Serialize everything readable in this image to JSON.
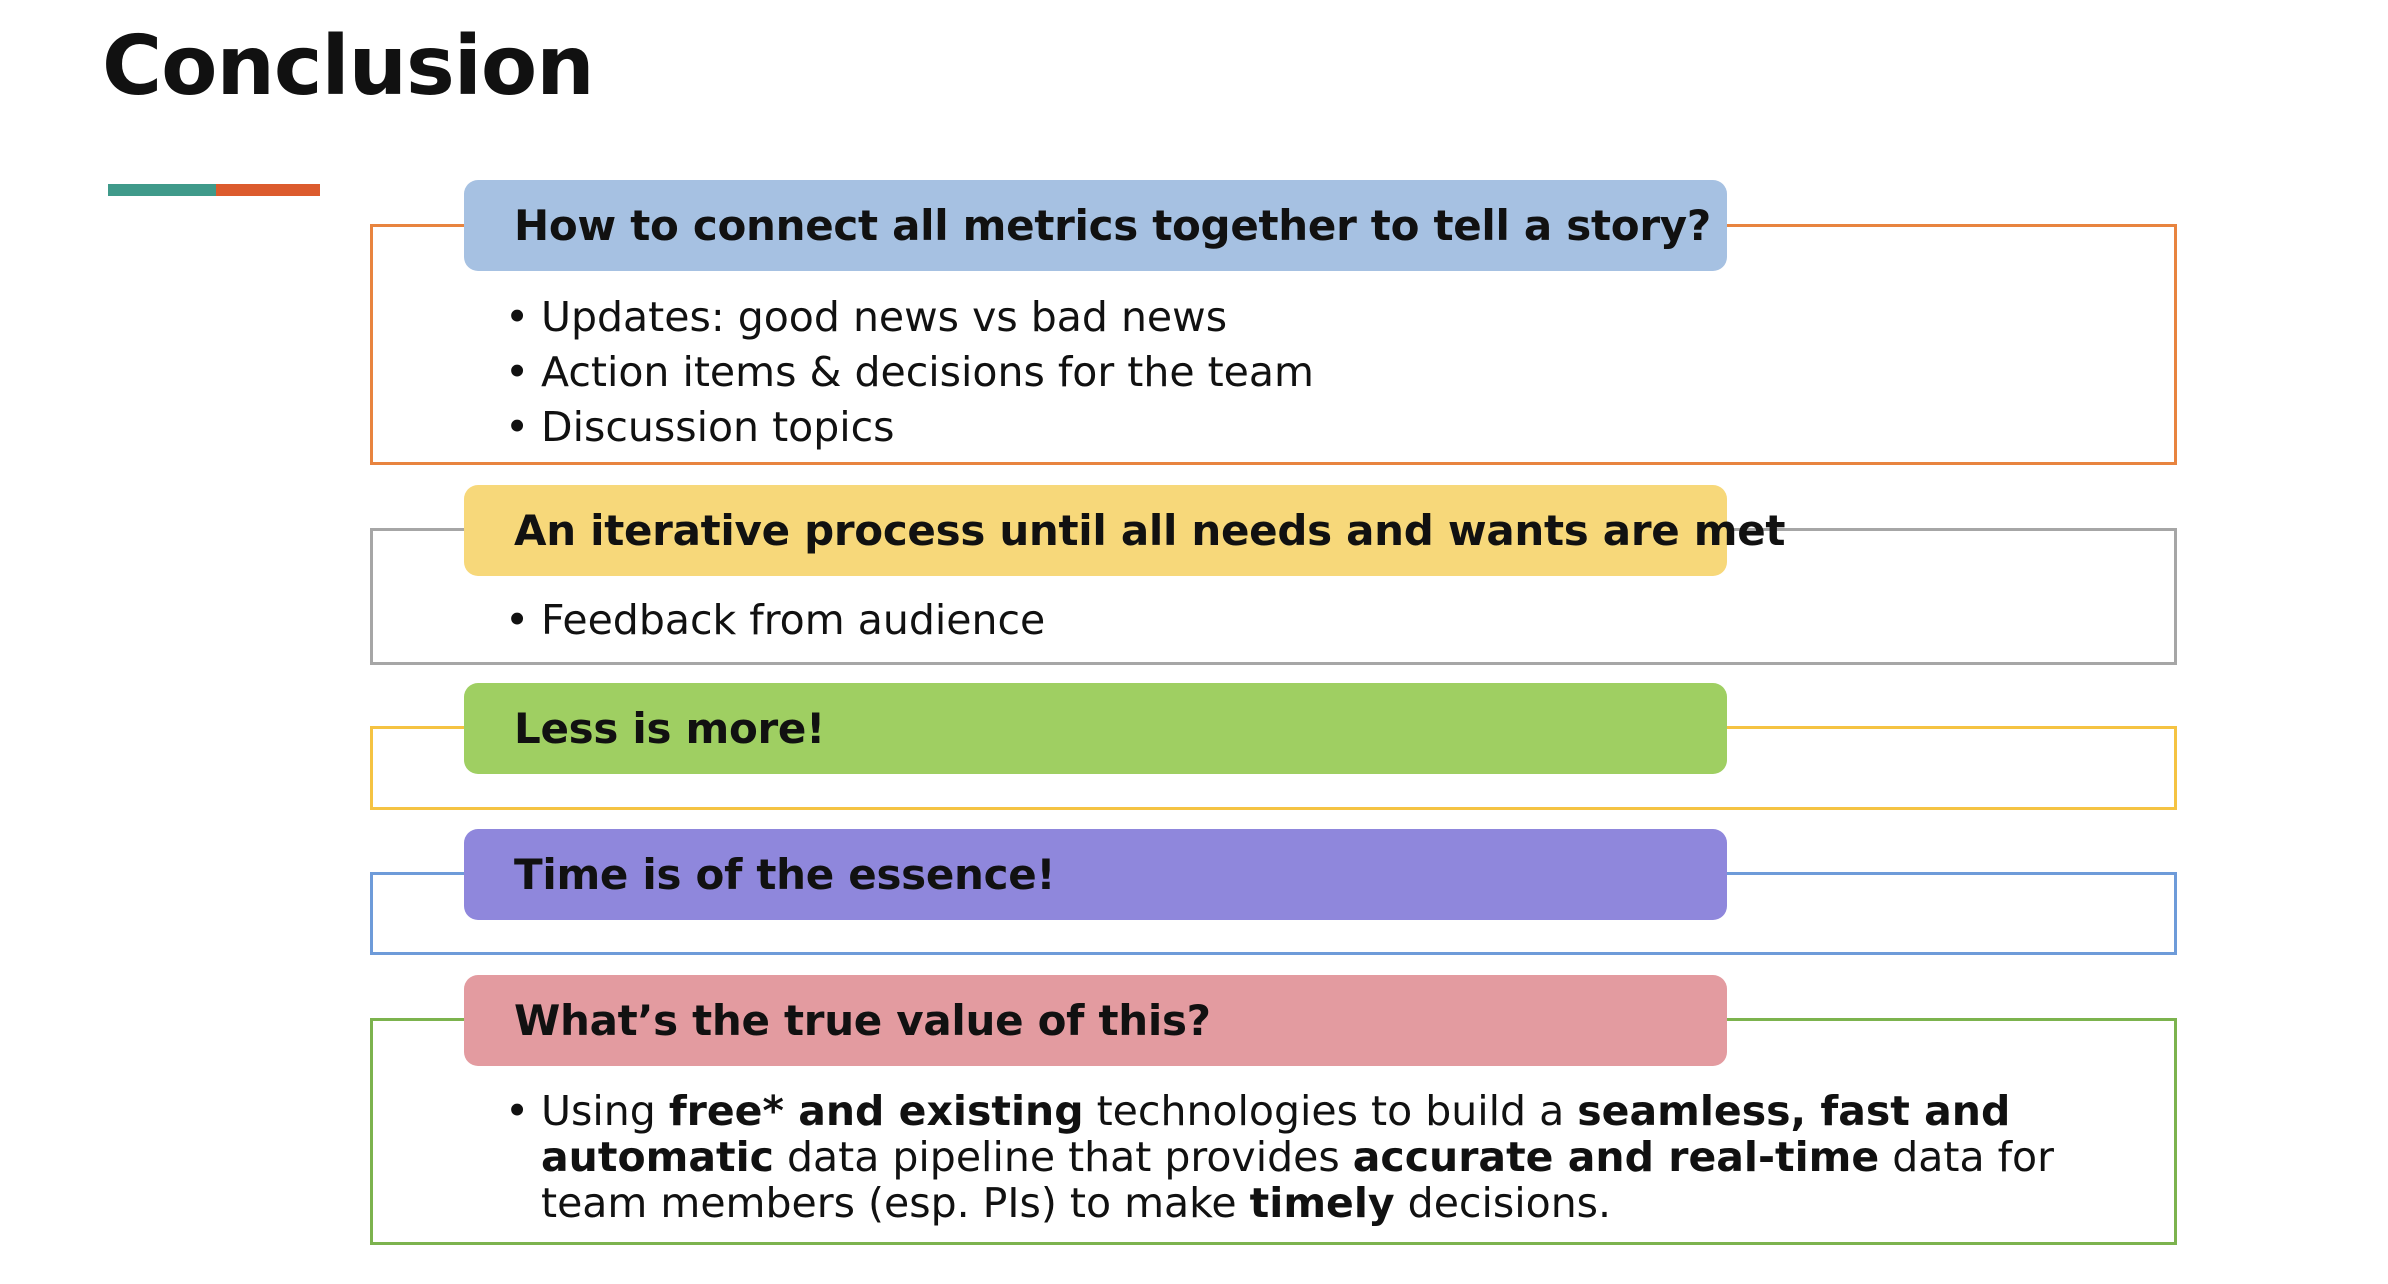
{
  "slide": {
    "title": "Conclusion",
    "accent_colors": [
      "#3f9a8a",
      "#dc5b2d"
    ]
  },
  "sections": [
    {
      "header": "How to connect all metrics together to tell a story?",
      "header_color": "#a6c1e2",
      "border_color": "#e8843f",
      "bullets": [
        "Updates: good news vs bad news",
        "Action items & decisions for the team",
        "Discussion topics"
      ]
    },
    {
      "header": "An iterative process until all needs and wants are met",
      "header_color": "#f7d87a",
      "border_color": "#a6a6a6",
      "bullets": [
        "Feedback from audience"
      ]
    },
    {
      "header": "Less is more!",
      "header_color": "#9fcf62",
      "border_color": "#f5c342"
    },
    {
      "header": "Time is of the essence!",
      "header_color": "#8f87dc",
      "border_color": "#6e9bd9"
    },
    {
      "header": "What’s the true value of this?",
      "header_color": "#e39ba0",
      "border_color": "#7cb34e",
      "paragraph": {
        "bullet": "•",
        "s1": "Using ",
        "b1": "free* and existing",
        "s2": " technologies to build a ",
        "b2": "seamless, fast and automatic",
        "s3": " data pipeline that provides ",
        "b3": "accurate and real-time",
        "s4": " data for team members (esp. PIs) to make ",
        "b4": "timely",
        "s5": " decisions."
      }
    }
  ],
  "bullet_glyph": "•"
}
